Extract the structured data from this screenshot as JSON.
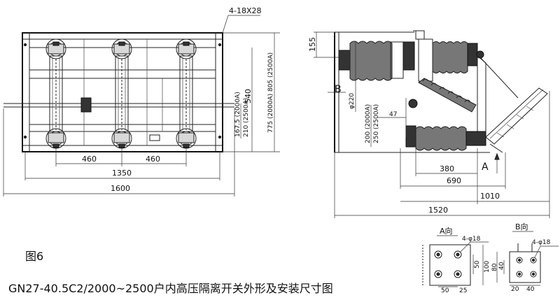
{
  "front_view": {
    "hole_spec": "4-18X28",
    "dim_phase_spacing_left": "460",
    "dim_phase_spacing_right": "460",
    "dim_mount_width": "1350",
    "dim_total_width": "1600",
    "dim_height_540": "540",
    "dim_height_775": "775 (2000A) 805 (2500A)",
    "dim_1675": "167.5 (2000A)",
    "dim_210": "210 (2500A)"
  },
  "side_view": {
    "dim_155": "155",
    "label_b": "B",
    "dim_phi220": "φ220",
    "dim_47": "47",
    "dim_200": "200 (2000A)",
    "dim_250": "250 (2500A)",
    "label_a": "A",
    "dim_380": "380",
    "dim_690": "690",
    "dim_1010": "1010",
    "dim_1520": "1520"
  },
  "view_a": {
    "title": "A向",
    "holes": "4-φ18",
    "dim_50": "50",
    "dim_25": "25",
    "dim_100": "100"
  },
  "view_b": {
    "title": "B向",
    "holes": "4-φ18",
    "dim_40v": "40",
    "dim_80": "80",
    "dim_20": "20",
    "dim_40h": "40"
  },
  "figure_label": "图6",
  "caption": "GN27-40.5C2/2000~2500户内高压隔离开关外形及安装尺寸图"
}
